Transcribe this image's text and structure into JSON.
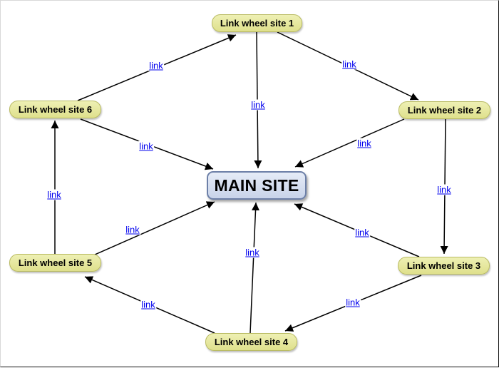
{
  "diagram": {
    "main": {
      "label": "MAIN SITE"
    },
    "sites": [
      {
        "label": "Link wheel site 1"
      },
      {
        "label": "Link wheel site 2"
      },
      {
        "label": "Link wheel site 3"
      },
      {
        "label": "Link wheel site 4"
      },
      {
        "label": "Link wheel site 5"
      },
      {
        "label": "Link wheel site 6"
      }
    ],
    "edges": [
      {
        "from": "Link wheel site 1",
        "to": "Link wheel site 2",
        "label": "link"
      },
      {
        "from": "Link wheel site 2",
        "to": "Link wheel site 3",
        "label": "link"
      },
      {
        "from": "Link wheel site 3",
        "to": "Link wheel site 4",
        "label": "link"
      },
      {
        "from": "Link wheel site 4",
        "to": "Link wheel site 5",
        "label": "link"
      },
      {
        "from": "Link wheel site 5",
        "to": "Link wheel site 6",
        "label": "link"
      },
      {
        "from": "Link wheel site 6",
        "to": "Link wheel site 1",
        "label": "link"
      },
      {
        "from": "Link wheel site 1",
        "to": "MAIN SITE",
        "label": "link"
      },
      {
        "from": "Link wheel site 2",
        "to": "MAIN SITE",
        "label": "link"
      },
      {
        "from": "Link wheel site 3",
        "to": "MAIN SITE",
        "label": "link"
      },
      {
        "from": "Link wheel site 4",
        "to": "MAIN SITE",
        "label": "link"
      },
      {
        "from": "Link wheel site 5",
        "to": "MAIN SITE",
        "label": "link"
      },
      {
        "from": "Link wheel site 6",
        "to": "MAIN SITE",
        "label": "link"
      }
    ]
  }
}
